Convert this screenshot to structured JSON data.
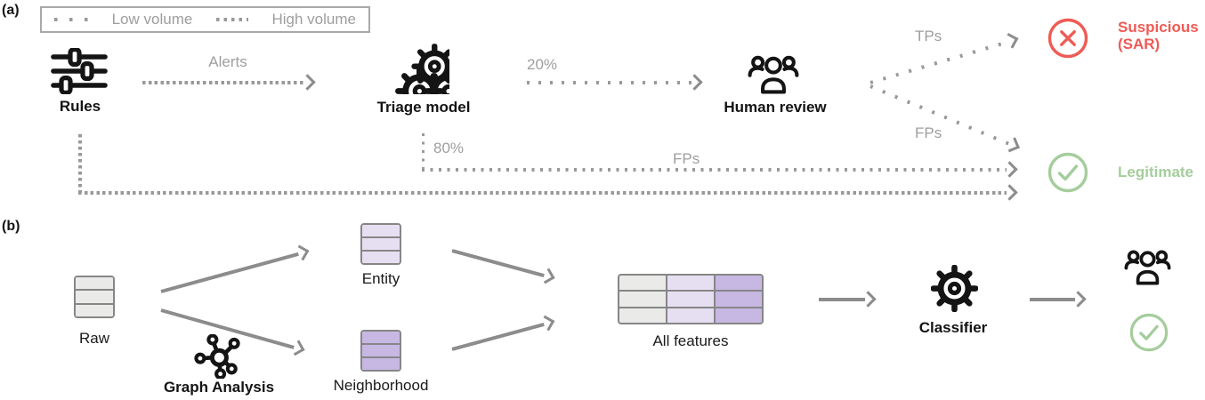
{
  "figure": {
    "panel_a_tag": "(a)",
    "panel_b_tag": "(b)"
  },
  "legend": {
    "low_label": "Low volume",
    "high_label": "High volume"
  },
  "flow_a": {
    "rules_label": "Rules",
    "alerts_label": "Alerts",
    "triage_label": "Triage model",
    "pct20_label": "20%",
    "human_label": "Human review",
    "pct80_label": "80%",
    "tps_label": "TPs",
    "fps_diag_label": "FPs",
    "fps_mid_label": "FPs",
    "suspicious_label": "Suspicious",
    "sar_label": "(SAR)",
    "legitimate_label": "Legitimate"
  },
  "flow_b": {
    "raw_label": "Raw",
    "entity_label": "Entity",
    "neighborhood_label": "Neighborhood",
    "graph_analysis_label": "Graph Analysis",
    "all_features_label": "All features",
    "classifier_label": "Classifier"
  },
  "icons": {
    "rules": "sliders-icon",
    "triage": "three-gears-icon",
    "human_review": "people-icon",
    "suspicious": "x-circle-icon",
    "legitimate": "check-circle-icon",
    "graph_analysis": "network-graph-icon",
    "classifier": "gear-icon",
    "final_review": "people-icon",
    "final_outcome": "check-circle-icon"
  },
  "colors": {
    "suspicious_red": "#ef5b55",
    "legitimate_green": "#a5cd9c",
    "line_gray": "#999999",
    "text_gray": "#9e9e9e",
    "arrow_gray": "#8c8c8c",
    "raw_fill": "#eaeae8",
    "entity_fill": "#e6dff2",
    "neighborhood_fill": "#c7b7e3",
    "table_border": "#868686"
  }
}
